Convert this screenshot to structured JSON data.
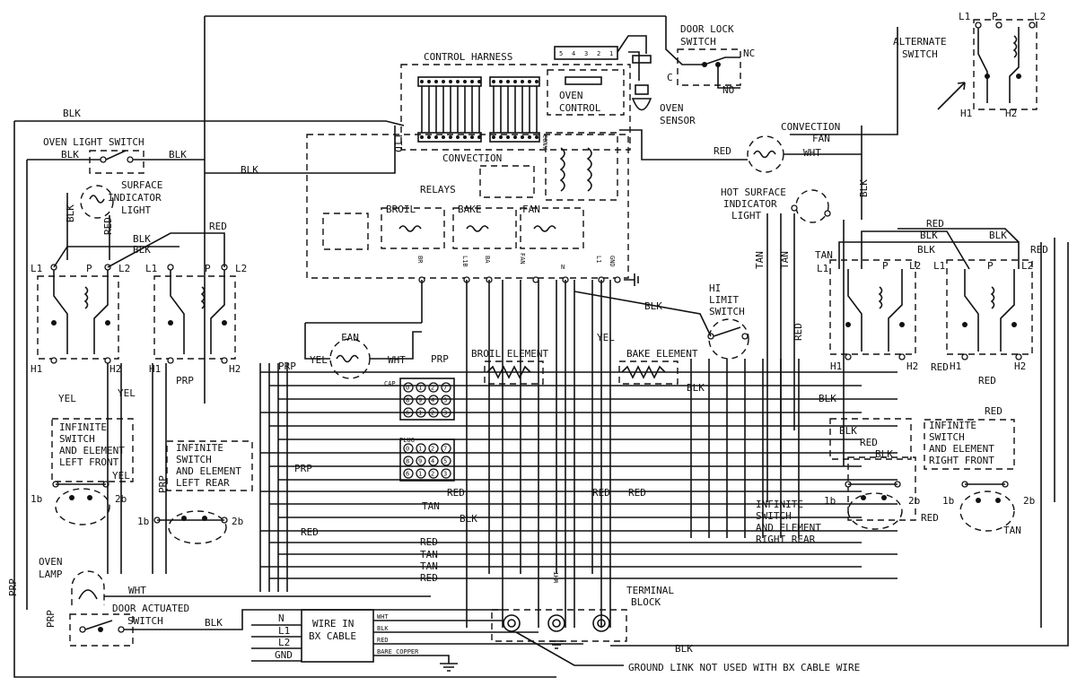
{
  "diagram": {
    "door_lock": {
      "title1": "DOOR LOCK",
      "title2": "SWITCH",
      "nc": "NC",
      "c": "C",
      "no": "NO",
      "pins": [
        "5",
        "4",
        "3",
        "2",
        "1"
      ]
    },
    "alternate": {
      "title1": "ALTERNATE",
      "title2": "SWITCH",
      "l1": "L1",
      "p": "P",
      "l2": "L2",
      "h1": "H1",
      "h2": "H2"
    },
    "control_harness": "CONTROL HARNESS",
    "oven_control": {
      "line1": "OVEN",
      "line2": "CONTROL"
    },
    "oven_sensor": {
      "line1": "OVEN",
      "line2": "SENSOR"
    },
    "convection": "CONVECTION",
    "conv_vertical": "CONV",
    "lid_vertical": "LID",
    "relays": "RELAYS",
    "relay_names": [
      "BROIL",
      "BAKE",
      "FAN"
    ],
    "bottom_pins": [
      "BR",
      "L1B",
      "BA",
      "FAN",
      "N",
      "L1",
      "GND"
    ],
    "convection_fan": {
      "line1": "CONVECTION",
      "line2": "FAN"
    },
    "hot_surface": {
      "line1": "HOT SURFACE",
      "line2": "INDICATOR",
      "line3": "LIGHT"
    },
    "oven_light_switch": "OVEN LIGHT SWITCH",
    "surface_indicator": {
      "line1": "SURFACE",
      "line2": "INDICATOR",
      "line3": "LIGHT"
    },
    "fan": "FAN",
    "broil_element": "BROIL ELEMENT",
    "bake_element": "BAKE ELEMENT",
    "hi_limit": {
      "line1": "HI",
      "line2": "LIMIT",
      "line3": "SWITCH"
    },
    "cap": "CAP",
    "plug": "PLUG",
    "connector_pins": [
      "10",
      "11",
      "12",
      "7",
      "8",
      "9",
      "4",
      "5",
      "6",
      "1",
      "2",
      "3"
    ],
    "inf_lf": {
      "l1": "INFINITE",
      "l2": "SWITCH",
      "l3": "AND ELEMENT",
      "l4": "LEFT FRONT"
    },
    "inf_lr": {
      "l1": "INFINITE",
      "l2": "SWITCH",
      "l3": "AND ELEMENT",
      "l4": "LEFT REAR"
    },
    "inf_rf": {
      "l1": "INFINITE",
      "l2": "SWITCH",
      "l3": "AND ELEMENT",
      "l4": "RIGHT FRONT"
    },
    "inf_rr": {
      "l1": "INFINITE",
      "l2": "SWITCH",
      "l3": "AND ELEMENT",
      "l4": "RIGHT REAR"
    },
    "oven_lamp": {
      "line1": "OVEN",
      "line2": "LAMP"
    },
    "door_actuated": {
      "line1": "DOOR ACTUATED",
      "line2": "SWITCH"
    },
    "wire_in": "WIRE IN",
    "bx_cable": "BX CABLE",
    "bare_copper": "BARE COPPER",
    "terminal_block": {
      "line1": "TERMINAL",
      "line2": "BLOCK"
    },
    "ground_link": "GROUND LINK NOT USED WITH BX CABLE WIRE",
    "supply": {
      "n": "N",
      "l1": "L1",
      "l2": "L2",
      "gnd": "GND"
    },
    "sw": {
      "l1": "L1",
      "l2": "L2",
      "p": "P",
      "h1": "H1",
      "h2": "H2",
      "b1": "1b",
      "b2": "2b"
    },
    "colors": {
      "blk": "BLK",
      "red": "RED",
      "wht": "WHT",
      "yel": "YEL",
      "prp": "PRP",
      "tan": "TAN"
    }
  }
}
